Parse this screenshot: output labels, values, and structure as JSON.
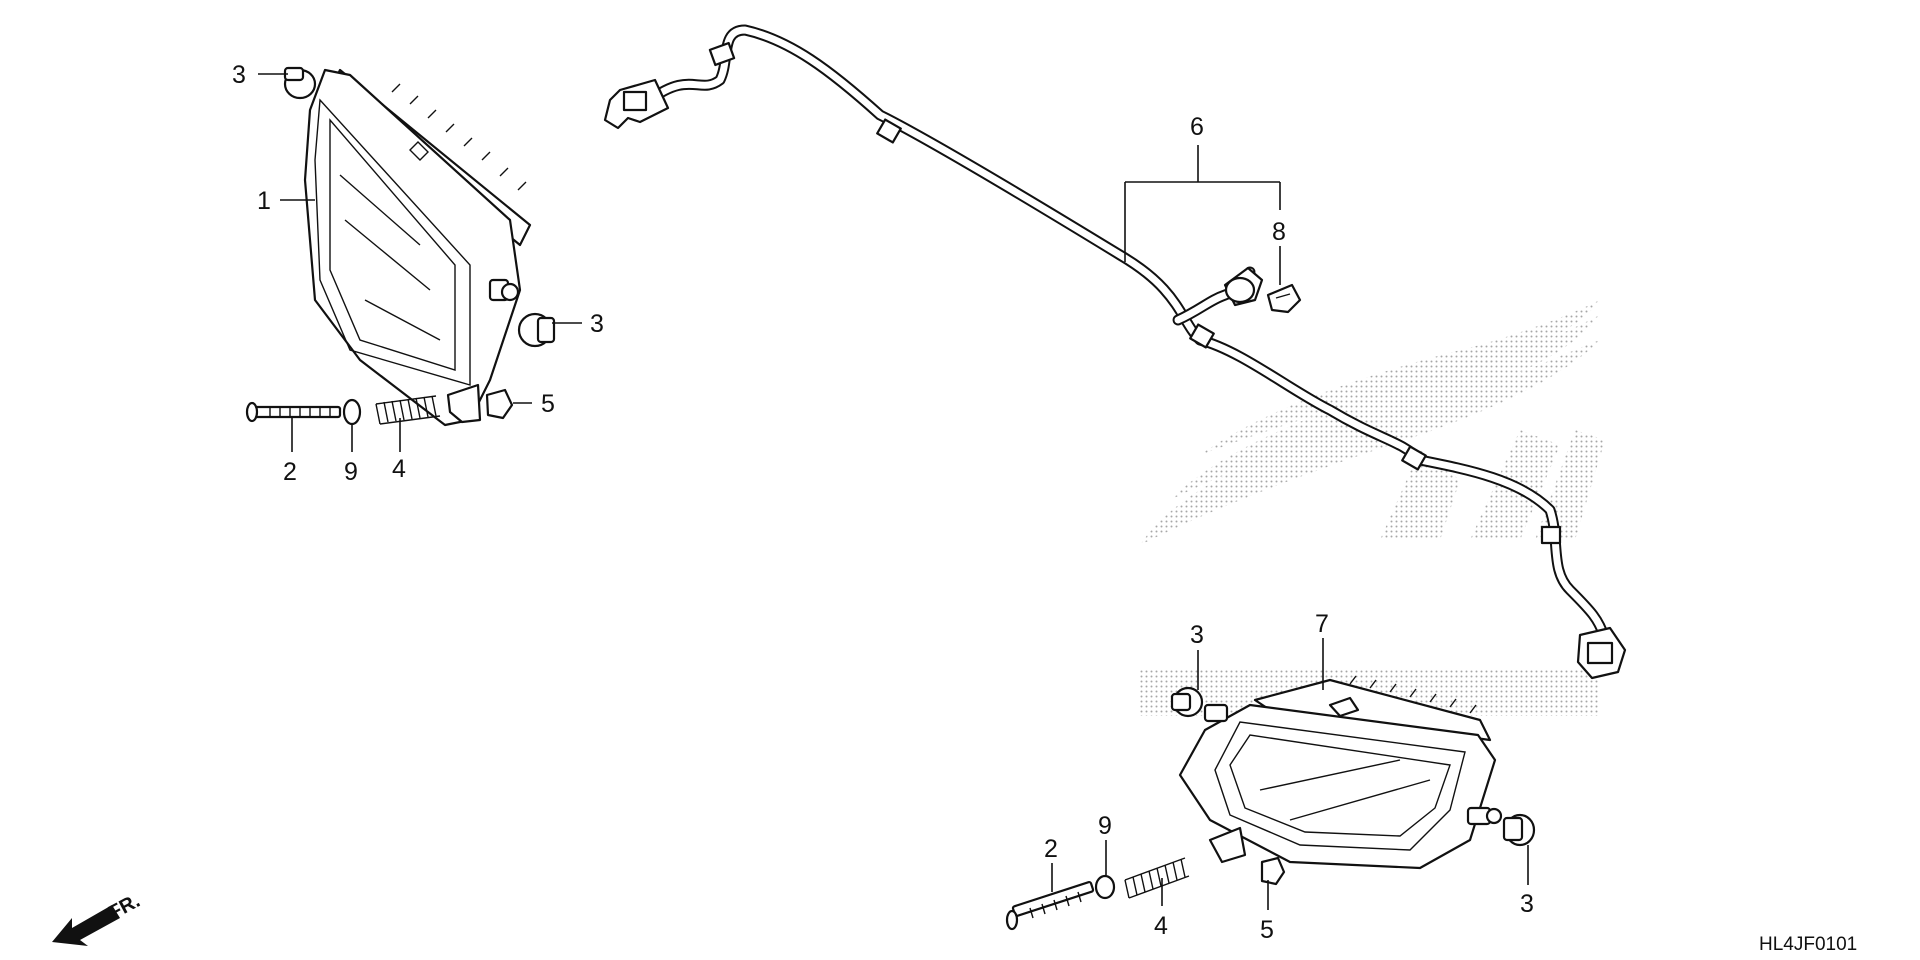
{
  "diagram": {
    "callouts": {
      "p1": "1",
      "p2_left": "2",
      "p2_right": "2",
      "p3_left_top": "3",
      "p3_left_mid": "3",
      "p3_right_top": "3",
      "p3_right_bottom": "3",
      "p4_left": "4",
      "p4_right": "4",
      "p5_left": "5",
      "p5_right": "5",
      "p6": "6",
      "p7": "7",
      "p8": "8",
      "p9_left": "9",
      "p9_right": "9"
    },
    "direction_label": "FR.",
    "diagram_code": "HL4JF0101"
  }
}
